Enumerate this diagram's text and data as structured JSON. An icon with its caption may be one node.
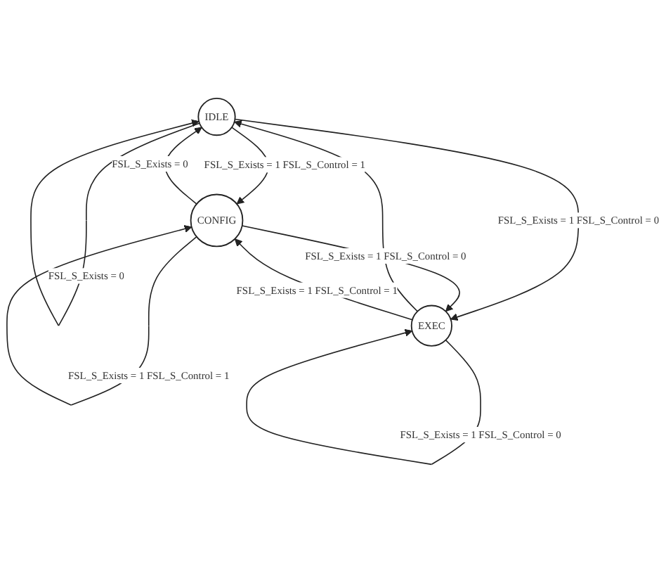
{
  "diagram": {
    "nodes": [
      {
        "text": [
          "IDLE"
        ]
      },
      {
        "text": [
          "CONFIG"
        ]
      },
      {
        "text": [
          "EXEC"
        ]
      }
    ],
    "edges": [
      {
        "from": 0,
        "to": 0,
        "arrow": "to",
        "label": "FSL_S_Exists = 0"
      },
      {
        "from": 0,
        "to": 1,
        "arrow": "to",
        "label": "FSL_S_Exists = 1 FSL_S_Control = 1"
      },
      {
        "from": 0,
        "to": 2,
        "arrow": "to",
        "label": "FSL_S_Exists = 1 FSL_S_Control = 0"
      },
      {
        "from": 1,
        "to": 0,
        "arrow": "to",
        "label": "FSL_S_Exists = 0"
      },
      {
        "from": 2,
        "to": 0,
        "arrow": "to"
      },
      {
        "from": 2,
        "to": 1,
        "arrow": "to",
        "label": "FSL_S_Exists = 1 FSL_S_Control = 1"
      },
      {
        "from": 1,
        "to": 2,
        "arrow": "to",
        "label": "FSL_S_Exists = 1 FSL_S_Control = 0"
      },
      {
        "from": 1,
        "to": 1,
        "arrow": "to",
        "label": "FSL_S_Exists = 1 FSL_S_Control = 1"
      },
      {
        "from": 2,
        "to": 2,
        "arrow": "to",
        "label": "FSL_S_Exists = 1 FSL_S_Control = 0"
      }
    ]
  }
}
